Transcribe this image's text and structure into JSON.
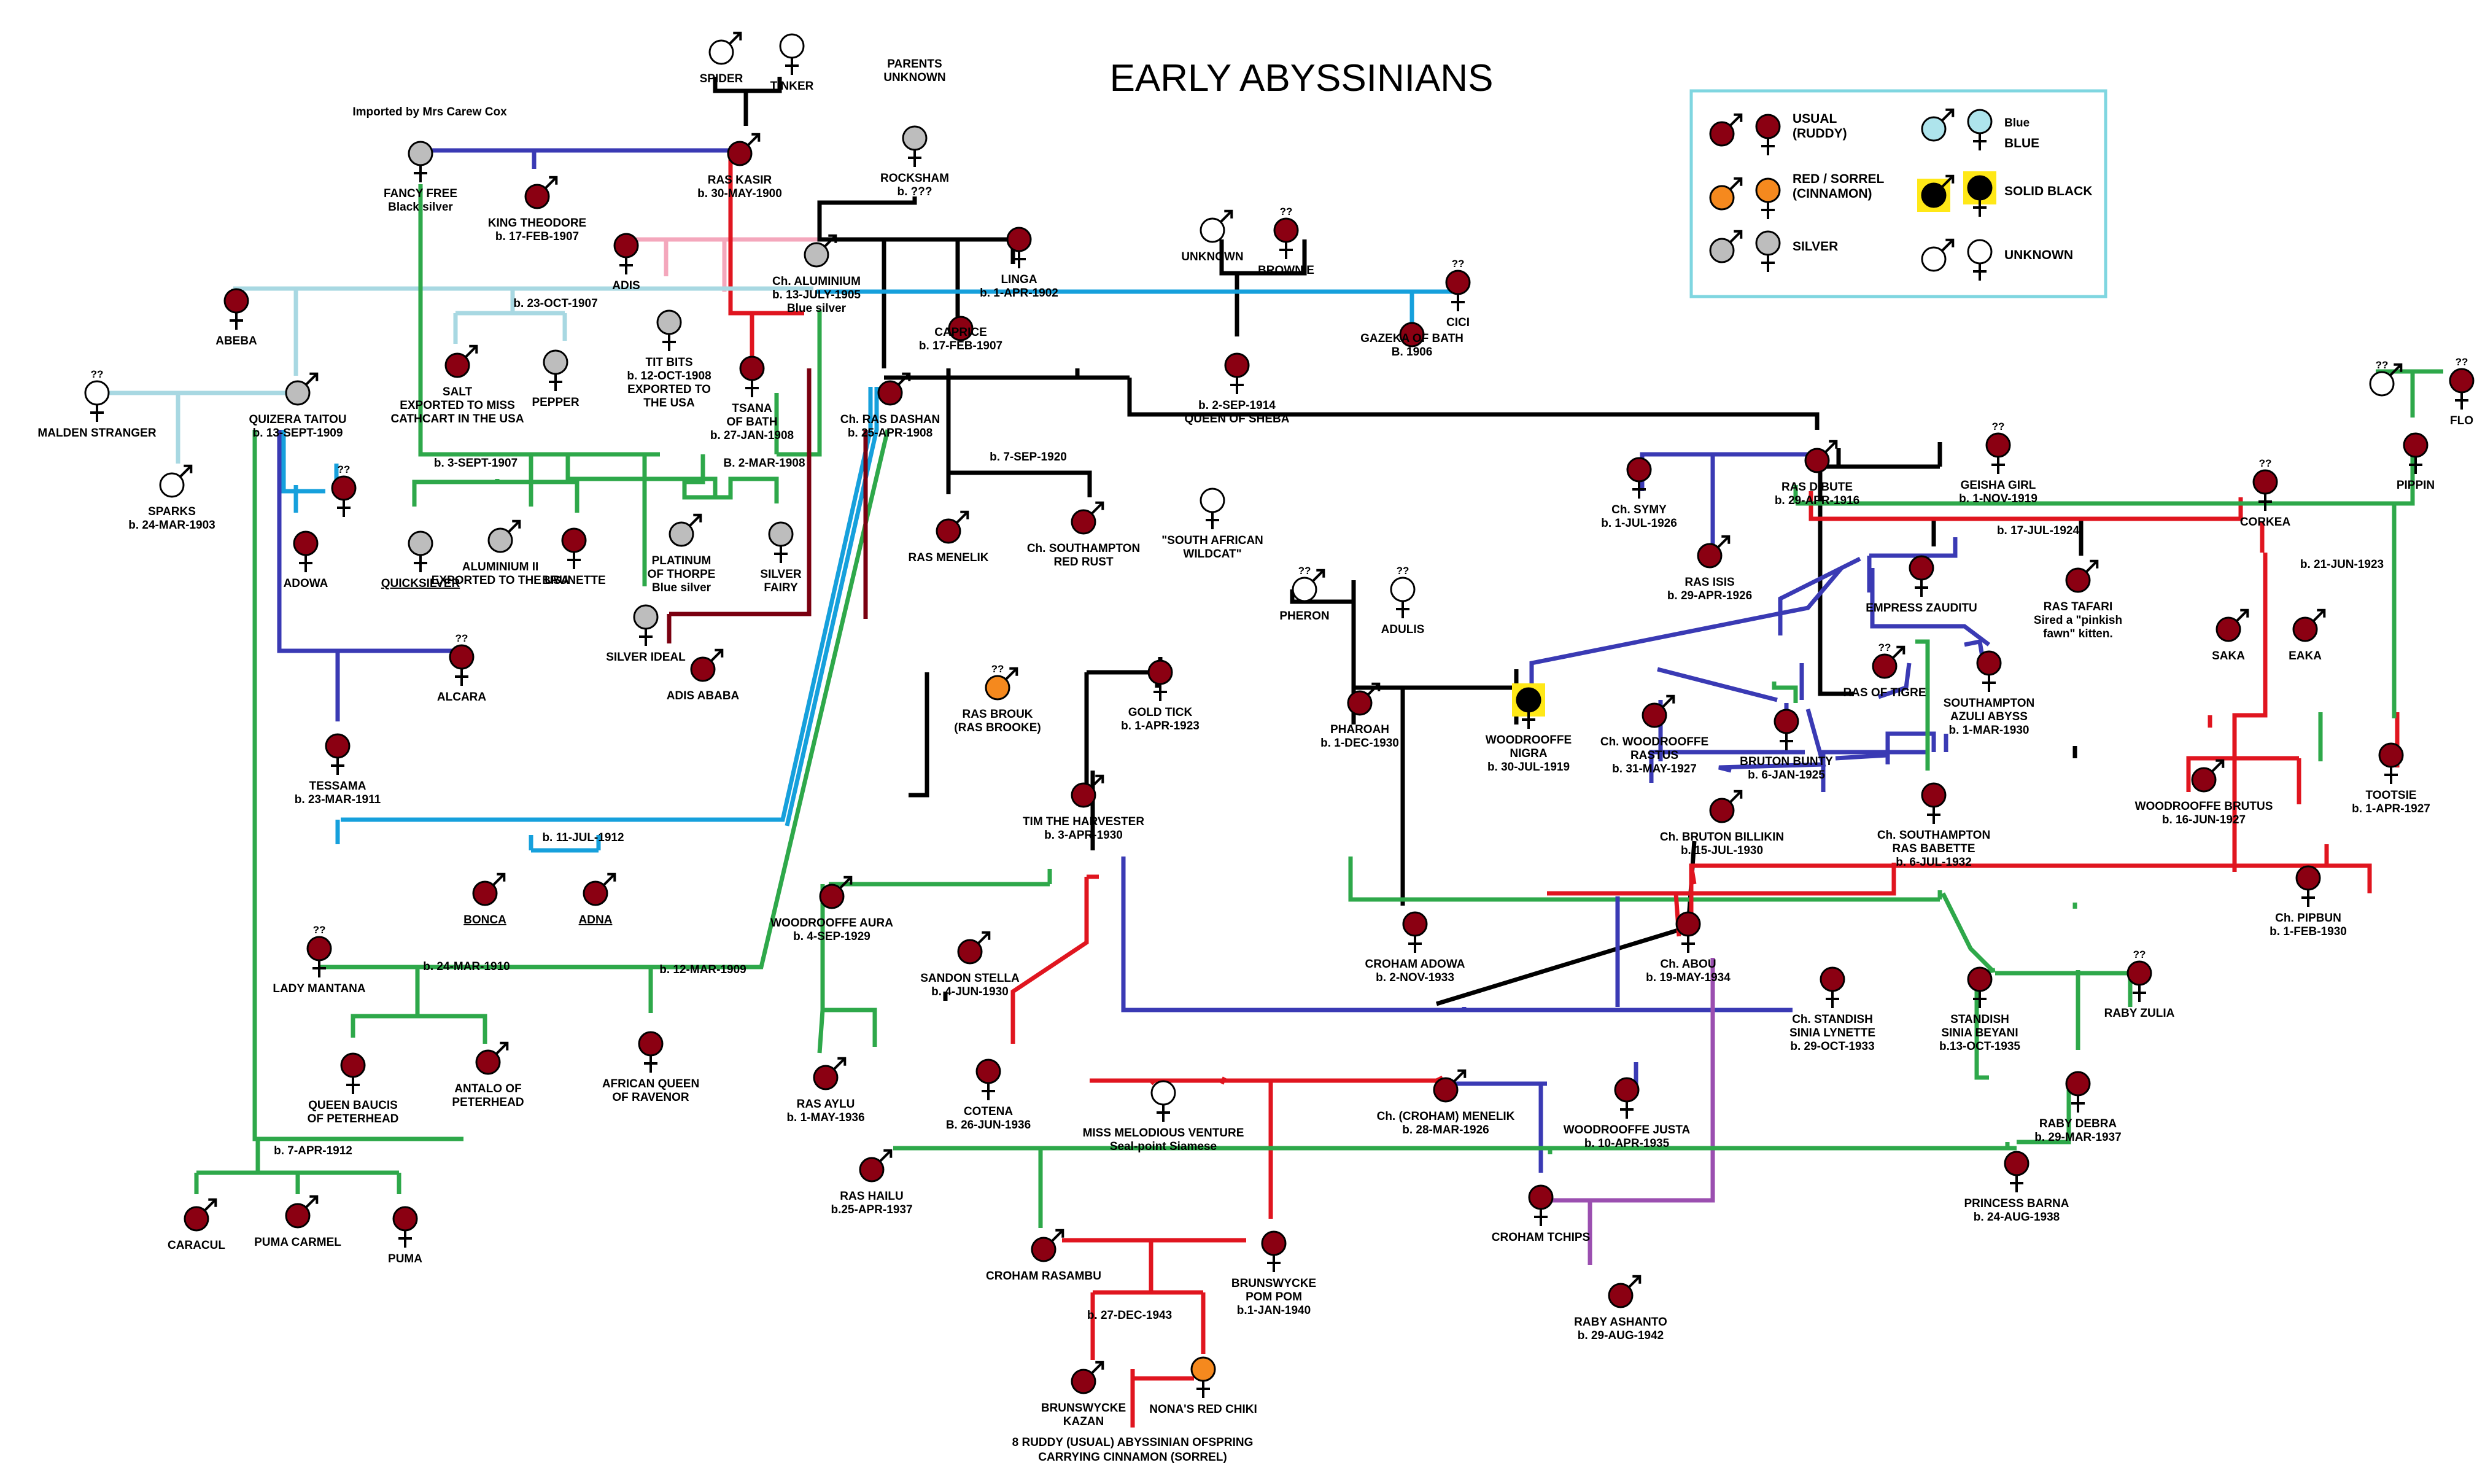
{
  "title": "EARLY ABYSSINIANS",
  "colors": {
    "usual": "#8B0012",
    "red_sorrel": "#F5891E",
    "silver": "#BDBDBD",
    "blue": "#AEE4EC",
    "black": "#000000",
    "unknown": "#FFFFFF",
    "highlight": "#FFE817",
    "line_black": "#000000",
    "line_green": "#2EA84A",
    "line_blue": "#3A3AB4",
    "line_lightblue": "#A8D8E2",
    "line_skyblue": "#16A0DC",
    "line_red": "#E0151F",
    "line_pink": "#F4A7BC",
    "line_maroon": "#7A0010",
    "line_purple": "#9B4FB0",
    "legend_border": "#7FD6E0"
  },
  "legend": {
    "usual": "USUAL",
    "usual2": "(RUDDY)",
    "red": "RED / SORREL",
    "red2": "(CINNAMON)",
    "silver": "SILVER",
    "blue_small": "Blue",
    "blue": "BLUE",
    "black": "SOLID BLACK",
    "unknown": "UNKNOWN"
  },
  "notes": {
    "imported": "Imported by Mrs Carew Cox",
    "q": "??",
    "d1": "b. 23-OCT-1907",
    "d2": "b. 3-SEPT-1907",
    "d3": "B. 2-MAR-1908",
    "d4": "b. 7-SEP-1920",
    "d5": "b. 11-JUL-1912",
    "d6": "b. 24-MAR-1910",
    "d7": "b. 12-MAR-1909",
    "d8": "b. 7-APR-1912",
    "d9": "b. 17-JUL-1924",
    "d10": "b. 21-JUN-1923",
    "d11": "b. 27-DEC-1943"
  },
  "cats": [
    {
      "key": "spider",
      "sex": "m",
      "color": "unknown",
      "label": [
        "SPIDER"
      ]
    },
    {
      "key": "tinker",
      "sex": "f",
      "color": "unknown",
      "label": [
        "TINKER"
      ]
    },
    {
      "key": "parents_unknown",
      "sex": "none",
      "color": "unknown",
      "label": [
        "PARENTS",
        "UNKNOWN"
      ]
    },
    {
      "key": "rocksham",
      "sex": "f",
      "color": "silver",
      "label": [
        "ROCKSHAM",
        "b. ???"
      ]
    },
    {
      "key": "fancy_free",
      "sex": "f",
      "color": "silver",
      "label": [
        "FANCY FREE",
        "Black silver"
      ]
    },
    {
      "key": "ras_kasir",
      "sex": "m",
      "color": "usual",
      "label": [
        "RAS KASIR",
        "b. 30-MAY-1900"
      ]
    },
    {
      "key": "king_theodore",
      "sex": "m",
      "color": "usual",
      "label": [
        "KING THEODORE",
        "b. 17-FEB-1907"
      ]
    },
    {
      "key": "adis",
      "sex": "f",
      "color": "usual",
      "label": [
        "ADIS"
      ]
    },
    {
      "key": "aluminium",
      "sex": "m",
      "color": "silver",
      "label": [
        "Ch. ALUMINIUM",
        "b. 13-JULY-1905",
        "Blue silver"
      ]
    },
    {
      "key": "linga",
      "sex": "f",
      "color": "usual",
      "label": [
        "LINGA",
        "b. 1-APR-1902"
      ]
    },
    {
      "key": "unknown_m",
      "sex": "m",
      "color": "unknown",
      "label": [
        "UNKNOWN"
      ]
    },
    {
      "key": "brownie",
      "sex": "f",
      "color": "usual",
      "q": true,
      "label": [
        "BROWNIE"
      ]
    },
    {
      "key": "cici",
      "sex": "f",
      "color": "usual",
      "q": true,
      "label": [
        "CICI"
      ]
    },
    {
      "key": "abeba",
      "sex": "f",
      "color": "usual",
      "label": [
        "ABEBA"
      ]
    },
    {
      "key": "salt",
      "sex": "m",
      "color": "usual",
      "label": [
        "SALT",
        "EXPORTED TO MISS",
        "CATHCART IN THE USA"
      ]
    },
    {
      "key": "pepper",
      "sex": "f",
      "color": "silver",
      "label": [
        "PEPPER"
      ]
    },
    {
      "key": "tit_bits",
      "sex": "f",
      "color": "silver",
      "label": [
        "TIT BITS",
        "b. 12-OCT-1908",
        "EXPORTED TO",
        "THE USA"
      ]
    },
    {
      "key": "tsana",
      "sex": "f",
      "color": "usual",
      "label": [
        "TSANA",
        "OF BATH",
        "b. 27-JAN-1908"
      ]
    },
    {
      "key": "caprice",
      "sex": "none",
      "color": "usual",
      "label": [
        "CAPRICE",
        "b. 17-FEB-1907"
      ]
    },
    {
      "key": "queen_sheba",
      "sex": "f",
      "color": "usual",
      "label": [
        "b. 2-SEP-1914",
        "QUEEN OF SHEBA"
      ]
    },
    {
      "key": "gazeka",
      "sex": "none",
      "color": "usual",
      "label": [
        "GAZEKA OF BATH",
        "B. 1906"
      ]
    },
    {
      "key": "malden",
      "sex": "f",
      "color": "unknown",
      "q": true,
      "label": [
        "MALDEN STRANGER"
      ]
    },
    {
      "key": "quizera",
      "sex": "m",
      "color": "silver",
      "label": [
        "QUIZERA TAITOU",
        "b. 13-SEPT-1909"
      ]
    },
    {
      "key": "sparks",
      "sex": "m",
      "color": "unknown",
      "label": [
        "SPARKS",
        "b. 24-MAR-1903"
      ]
    },
    {
      "key": "ras_dashan",
      "sex": "m",
      "color": "usual",
      "label": [
        "Ch. RAS DASHAN",
        "b. 25-APR-1908"
      ]
    },
    {
      "key": "adowa",
      "sex": "f",
      "color": "usual",
      "label": [
        "ADOWA"
      ]
    },
    {
      "key": "q_female",
      "sex": "f",
      "color": "usual",
      "q": true,
      "label": []
    },
    {
      "key": "quicksilver",
      "sex": "f",
      "color": "silver",
      "underline": true,
      "label": [
        "QUICKSILVER"
      ]
    },
    {
      "key": "aluminium2",
      "sex": "m",
      "color": "silver",
      "label": [
        "ALUMINIUM II",
        "EXPORTED TO THE USA"
      ]
    },
    {
      "key": "brunette",
      "sex": "f",
      "color": "usual",
      "label": [
        "BRUNETTE"
      ]
    },
    {
      "key": "platinum",
      "sex": "m",
      "color": "silver",
      "label": [
        "PLATINUM",
        "OF THORPE",
        "Blue silver"
      ]
    },
    {
      "key": "silver_fairy",
      "sex": "f",
      "color": "silver",
      "label": [
        "SILVER",
        "FAIRY"
      ]
    },
    {
      "key": "silver_ideal",
      "sex": "f",
      "color": "silver",
      "label": [
        "SILVER IDEAL"
      ]
    },
    {
      "key": "adis_ababa",
      "sex": "m",
      "color": "usual",
      "label": [
        "ADIS ABABA"
      ]
    },
    {
      "key": "ras_menelik",
      "sex": "m",
      "color": "usual",
      "label": [
        "RAS MENELIK"
      ]
    },
    {
      "key": "southampton_red",
      "sex": "m",
      "color": "usual",
      "label": [
        "Ch. SOUTHAMPTON",
        "RED RUST"
      ]
    },
    {
      "key": "wildcat",
      "sex": "f",
      "color": "unknown",
      "label": [
        "\"SOUTH AFRICAN",
        "WILDCAT\""
      ]
    },
    {
      "key": "alcara",
      "sex": "f",
      "color": "usual",
      "q": true,
      "label": [
        "ALCARA"
      ]
    },
    {
      "key": "tessama",
      "sex": "f",
      "color": "usual",
      "label": [
        "TESSAMA",
        "b. 23-MAR-1911"
      ]
    },
    {
      "key": "bonca",
      "sex": "m",
      "color": "usual",
      "underline": true,
      "label": [
        "BONCA"
      ]
    },
    {
      "key": "adna",
      "sex": "m",
      "color": "usual",
      "underline": true,
      "label": [
        "ADNA"
      ]
    },
    {
      "key": "ras_brouk",
      "sex": "m",
      "color": "red_sorrel",
      "q": true,
      "label": [
        "RAS BROUK",
        "(RAS BROOKE)"
      ]
    },
    {
      "key": "gold_tick",
      "sex": "f",
      "color": "usual",
      "label": [
        "GOLD TICK",
        "b. 1-APR-1923"
      ]
    },
    {
      "key": "tim",
      "sex": "m",
      "color": "usual",
      "label": [
        "TIM THE HARVESTER",
        "b. 3-APR-1930"
      ]
    },
    {
      "key": "lady_mantana",
      "sex": "f",
      "color": "usual",
      "q": true,
      "label": [
        "LADY MANTANA"
      ]
    },
    {
      "key": "queen_baucis",
      "sex": "f",
      "color": "usual",
      "label": [
        "QUEEN BAUCIS",
        "OF PETERHEAD"
      ]
    },
    {
      "key": "antalo",
      "sex": "m",
      "color": "usual",
      "label": [
        "ANTALO OF",
        "PETERHEAD"
      ]
    },
    {
      "key": "african_queen",
      "sex": "f",
      "color": "usual",
      "label": [
        "AFRICAN QUEEN",
        "OF RAVENOR"
      ]
    },
    {
      "key": "caracul",
      "sex": "m",
      "color": "usual",
      "label": [
        "CARACUL"
      ]
    },
    {
      "key": "puma_carmel",
      "sex": "m",
      "color": "usual",
      "label": [
        "PUMA CARMEL"
      ]
    },
    {
      "key": "puma",
      "sex": "f",
      "color": "usual",
      "label": [
        "PUMA"
      ]
    },
    {
      "key": "wood_aura",
      "sex": "m",
      "color": "usual",
      "label": [
        "WOODROOFFE AURA",
        "b. 4-SEP-1929"
      ]
    },
    {
      "key": "sandon",
      "sex": "m",
      "color": "usual",
      "label": [
        "SANDON STELLA",
        "b. 4-JUN-1930"
      ]
    },
    {
      "key": "ras_aylu",
      "sex": "m",
      "color": "usual",
      "label": [
        "RAS AYLU",
        "b. 1-MAY-1936"
      ]
    },
    {
      "key": "cotena",
      "sex": "f",
      "color": "usual",
      "label": [
        "COTENA",
        "B. 26-JUN-1936"
      ]
    },
    {
      "key": "ras_hailu",
      "sex": "m",
      "color": "usual",
      "label": [
        "RAS HAILU",
        "b.25-APR-1937"
      ]
    },
    {
      "key": "croham_rasambu",
      "sex": "m",
      "color": "usual",
      "label": [
        "CROHAM RASAMBU"
      ]
    },
    {
      "key": "pompom",
      "sex": "f",
      "color": "usual",
      "label": [
        "BRUNSWYCKE",
        "POM POM",
        "b.1-JAN-1940"
      ]
    },
    {
      "key": "kazan",
      "sex": "m",
      "color": "usual",
      "label": [
        "BRUNSWYCKE",
        "KAZAN"
      ]
    },
    {
      "key": "nona",
      "sex": "f",
      "color": "red_sorrel",
      "label": [
        "NONA'S RED CHIKI"
      ]
    },
    {
      "key": "melodious",
      "sex": "f",
      "color": "unknown",
      "label": [
        "MISS MELODIOUS VENTURE",
        "Seal-point Siamese"
      ]
    },
    {
      "key": "croham_menelik",
      "sex": "m",
      "color": "usual",
      "label": [
        "Ch. (CROHAM) MENELIK",
        "b. 28-MAR-1926"
      ]
    },
    {
      "key": "wood_justa",
      "sex": "f",
      "color": "usual",
      "label": [
        "WOODROOFFE JUSTA",
        "b. 10-APR-1935"
      ]
    },
    {
      "key": "croham_tchips",
      "sex": "f",
      "color": "usual",
      "label": [
        "CROHAM TCHIPS"
      ]
    },
    {
      "key": "raby_ashanto",
      "sex": "m",
      "color": "usual",
      "label": [
        "RABY ASHANTO",
        "b. 29-AUG-1942"
      ]
    },
    {
      "key": "pheron",
      "sex": "m",
      "color": "unknown",
      "q": true,
      "label": [
        "PHERON"
      ]
    },
    {
      "key": "adulis",
      "sex": "f",
      "color": "unknown",
      "q": true,
      "label": [
        "ADULIS"
      ]
    },
    {
      "key": "pharoah",
      "sex": "m",
      "color": "usual",
      "label": [
        "PHAROAH",
        "b. 1-DEC-1930"
      ]
    },
    {
      "key": "nigra",
      "sex": "f",
      "color": "black",
      "highlight": true,
      "label": [
        "WOODROOFFE",
        "NIGRA",
        "b. 30-JUL-1919"
      ]
    },
    {
      "key": "croham_adowa",
      "sex": "f",
      "color": "usual",
      "label": [
        "CROHAM ADOWA",
        "b. 2-NOV-1933"
      ]
    },
    {
      "key": "ch_abou",
      "sex": "f",
      "color": "usual",
      "label": [
        "Ch. ABOU",
        "b. 19-MAY-1934"
      ]
    },
    {
      "key": "ch_symy",
      "sex": "f",
      "color": "usual",
      "label": [
        "Ch. SYMY",
        "b. 1-JUL-1926"
      ]
    },
    {
      "key": "ras_dibute",
      "sex": "m",
      "color": "usual",
      "label": [
        "RAS DIBUTE",
        "b. 29-APR-1916"
      ]
    },
    {
      "key": "geisha",
      "sex": "f",
      "color": "usual",
      "q": true,
      "label": [
        "GEISHA GIRL",
        "b. 1-NOV-1919"
      ]
    },
    {
      "key": "ras_isis",
      "sex": "m",
      "color": "usual",
      "label": [
        "RAS ISIS",
        "b. 29-APR-1926"
      ]
    },
    {
      "key": "empress",
      "sex": "f",
      "color": "usual",
      "label": [
        "EMPRESS ZAUDITU"
      ]
    },
    {
      "key": "ras_tafari",
      "sex": "m",
      "color": "usual",
      "label": [
        "RAS TAFARI",
        "Sired a \"pinkish",
        "fawn\" kitten."
      ]
    },
    {
      "key": "ras_tigre",
      "sex": "m",
      "color": "usual",
      "q": true,
      "label": [
        "RAS OF TIGRE"
      ]
    },
    {
      "key": "azuli",
      "sex": "f",
      "color": "usual",
      "label": [
        "SOUTHAMPTON",
        "AZULI ABYSS",
        "b. 1-MAR-1930"
      ]
    },
    {
      "key": "rastus",
      "sex": "m",
      "color": "usual",
      "label": [
        "Ch. WOODROOFFE",
        "RASTUS",
        "b. 31-MAY-1927"
      ]
    },
    {
      "key": "bunty",
      "sex": "f",
      "color": "usual",
      "label": [
        "BRUTON BUNTY",
        "b. 6-JAN-1925"
      ]
    },
    {
      "key": "billikin",
      "sex": "m",
      "color": "usual",
      "label": [
        "Ch. BRUTON BILLIKIN",
        "b. 15-JUL-1930"
      ]
    },
    {
      "key": "babette",
      "sex": "f",
      "color": "usual",
      "label": [
        "Ch. SOUTHAMPTON",
        "RAS BABETTE",
        "b. 6-JUL-1932"
      ]
    },
    {
      "key": "lynette",
      "sex": "f",
      "color": "usual",
      "label": [
        "Ch. STANDISH",
        "SINIA LYNETTE",
        "b. 29-OCT-1933"
      ]
    },
    {
      "key": "beyani",
      "sex": "f",
      "color": "usual",
      "label": [
        "STANDISH",
        "SINIA BEYANI",
        "b.13-OCT-1935"
      ]
    },
    {
      "key": "raby_zulia",
      "sex": "f",
      "color": "usual",
      "q": true,
      "label": [
        "RABY ZULIA"
      ]
    },
    {
      "key": "raby_debra",
      "sex": "f",
      "color": "usual",
      "label": [
        "RABY DEBRA",
        "b. 29-MAR-1937"
      ]
    },
    {
      "key": "barna",
      "sex": "f",
      "color": "usual",
      "label": [
        "PRINCESS BARNA",
        "b. 24-AUG-1938"
      ]
    },
    {
      "key": "corkea",
      "sex": "f",
      "color": "usual",
      "q": true,
      "label": [
        "CORKEA"
      ]
    },
    {
      "key": "saka",
      "sex": "m",
      "color": "usual",
      "label": [
        "SAKA"
      ]
    },
    {
      "key": "eaka",
      "sex": "m",
      "color": "usual",
      "label": [
        "EAKA"
      ]
    },
    {
      "key": "brutus",
      "sex": "m",
      "color": "usual",
      "label": [
        "WOODROOFFE BRUTUS",
        "b. 16-JUN-1927"
      ]
    },
    {
      "key": "tootsie",
      "sex": "f",
      "color": "usual",
      "label": [
        "TOOTSIE",
        "b. 1-APR-1927"
      ]
    },
    {
      "key": "pipbun",
      "sex": "f",
      "color": "usual",
      "label": [
        "Ch. PIPBUN",
        "b. 1-FEB-1930"
      ]
    },
    {
      "key": "pippin_sire",
      "sex": "m",
      "color": "unknown",
      "q": true,
      "label": []
    },
    {
      "key": "flo",
      "sex": "f",
      "color": "usual",
      "q": true,
      "label": [
        "FLO"
      ]
    },
    {
      "key": "pippin",
      "sex": "f",
      "color": "usual",
      "label": [
        "PIPPIN"
      ]
    }
  ],
  "footnote": [
    "8 RUDDY (USUAL) ABYSSINIAN OFSPRING",
    "CARRYING CINNAMON (SORREL)"
  ]
}
